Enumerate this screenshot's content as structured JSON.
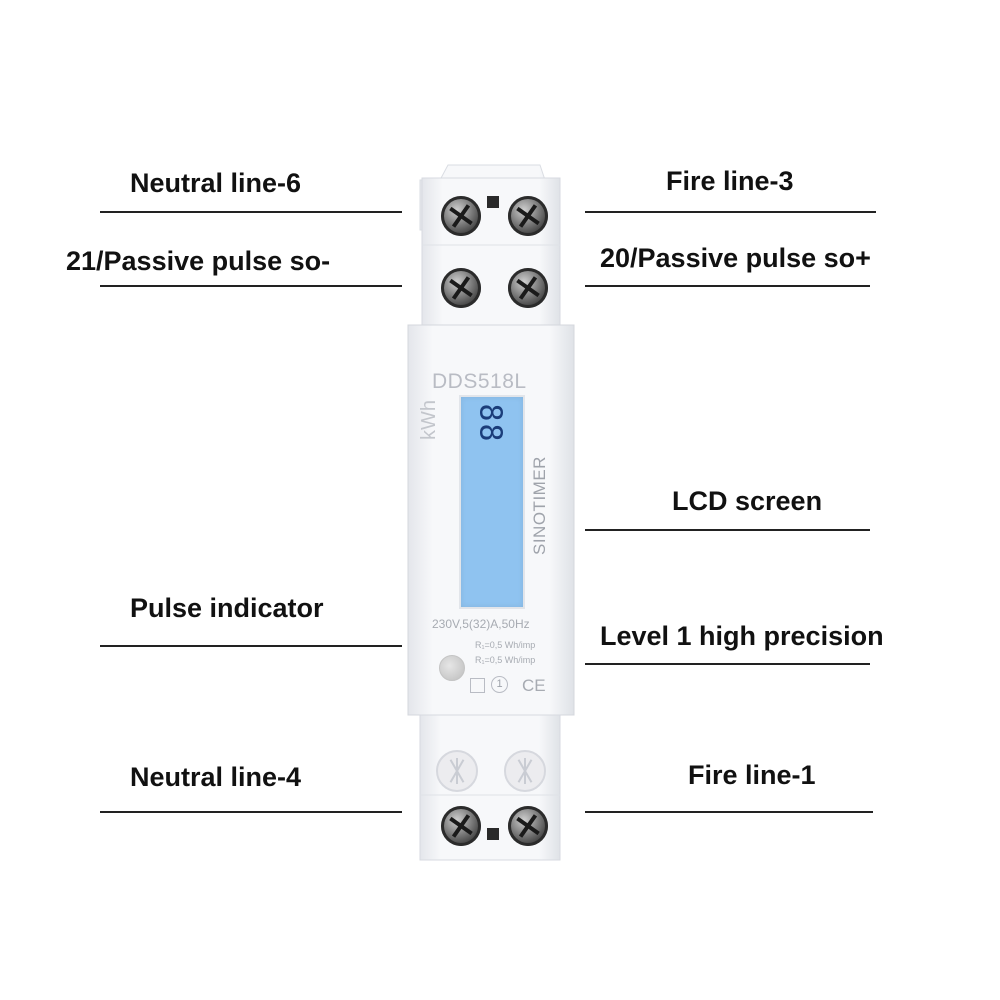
{
  "labels": {
    "neutral_line_6": "Neutral line-6",
    "fire_line_3": "Fire line-3",
    "passive_pulse_minus": "21/Passive pulse so-",
    "passive_pulse_plus": "20/Passive pulse so+",
    "lcd_screen": "LCD screen",
    "pulse_indicator": "Pulse indicator",
    "level_1_precision": "Level 1 high precision",
    "neutral_line_4": "Neutral line-4",
    "fire_line_1": "Fire line-1"
  },
  "device": {
    "model": "DDS518L",
    "unit": "kWh",
    "brand": "SINOTIMER",
    "rating": "230V,5(32)A,50Hz",
    "constant_1": "R₁=0,5 Wh/imp",
    "constant_2": "R₁=0,5 Wh/imp",
    "cert_class": "1",
    "cert_mark": "CE",
    "lcd_reading": "88"
  },
  "colors": {
    "lcd": "#8fc3f0",
    "housing": "#f2f3f6",
    "label_text": "#111111"
  }
}
